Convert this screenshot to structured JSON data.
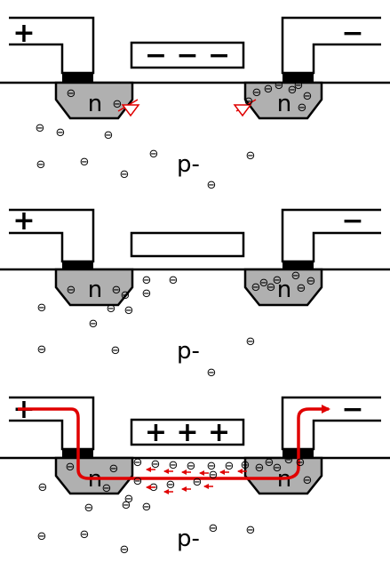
{
  "panels": [
    {
      "id": "off",
      "gate_charge": "− − −",
      "n_label_left": "n",
      "n_label_right": "n",
      "p_label": "p-",
      "source_sign": "+",
      "drain_sign": "−",
      "electron_symbol": "⊖",
      "shows_current_path": false,
      "shows_field_arrows": true
    },
    {
      "id": "neutral",
      "gate_charge": "",
      "n_label_left": "n",
      "n_label_right": "n",
      "p_label": "p-",
      "source_sign": "+",
      "drain_sign": "−",
      "electron_symbol": "⊖",
      "shows_current_path": false,
      "shows_field_arrows": false
    },
    {
      "id": "on",
      "gate_charge": "+ + +",
      "n_label_left": "n",
      "n_label_right": "n",
      "p_label": "p-",
      "source_sign": "+",
      "drain_sign": "−",
      "electron_symbol": "⊖",
      "shows_current_path": true,
      "shows_field_arrows": true
    }
  ],
  "colors": {
    "n_region": "#b0b0b0",
    "contact": "#000000",
    "current": "#e00000",
    "field_arrow": "#e00000"
  }
}
